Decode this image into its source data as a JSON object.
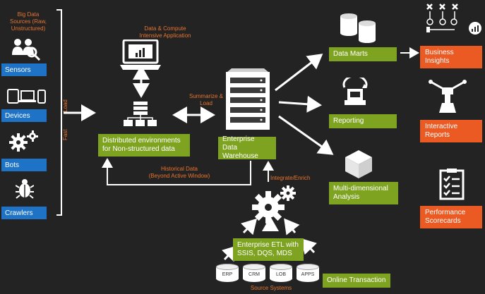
{
  "colors": {
    "background": "#232323",
    "blue": "#1e73c6",
    "green": "#7ea321",
    "red": "#ec5a24",
    "orange_text": "#e8732e"
  },
  "sources": {
    "caption": "Big Data\nSources (Raw,\nUnstructured)",
    "items": [
      {
        "label": "Sensors",
        "icon": "sensor-people-icon"
      },
      {
        "label": "Devices",
        "icon": "devices-icon"
      },
      {
        "label": "Bots",
        "icon": "gears-icon"
      },
      {
        "label": "Crawlers",
        "icon": "bug-icon"
      }
    ],
    "fast_label": "Fast",
    "load_label": "Load"
  },
  "compute": {
    "caption": "Data & Compute\nIntensive Application",
    "box_label": "Distributed environments\nfor Non-structured  data",
    "summarize_label": "Summarize &\nLoad",
    "historical_label": "Historical Data\n(Beyond Active Window)"
  },
  "warehouse": {
    "box_label": "Enterprise\nData Warehouse",
    "integrate_label": "Integrate/Enrich"
  },
  "etl": {
    "box_label": "Enterprise ETL with\nSSIS, DQS, MDS",
    "systems": [
      "ERP",
      "CRM",
      "LOB",
      "APPS"
    ],
    "systems_caption": "Source Systems",
    "online_label": "Online Transaction"
  },
  "outputs": [
    {
      "label": "Data Marts",
      "icon": "database-icon"
    },
    {
      "label": "Reporting",
      "icon": "reporting-icon"
    },
    {
      "label": "Multi-dimensional\nAnalysis",
      "icon": "cube-icon"
    }
  ],
  "insights": [
    {
      "label": "Business\nInsights",
      "icon": "strategy-icon"
    },
    {
      "label": "Interactive\nReports",
      "icon": "robot-arm-icon"
    },
    {
      "label": "Performance\nScorecards",
      "icon": "checklist-icon"
    }
  ]
}
